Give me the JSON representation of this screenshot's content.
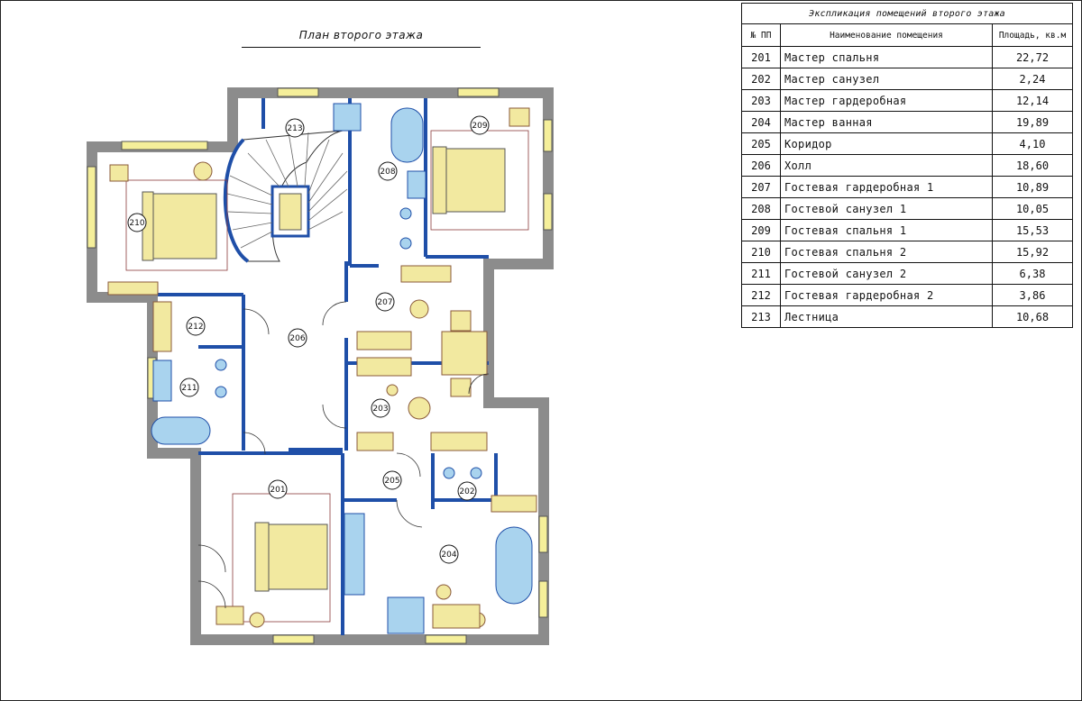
{
  "plan": {
    "title": "План второго этажа",
    "room_labels": [
      "201",
      "202",
      "203",
      "204",
      "205",
      "206",
      "207",
      "208",
      "209",
      "210",
      "211",
      "212",
      "213"
    ]
  },
  "explication": {
    "caption": "Экспликация помещений второго этажа",
    "headers": [
      "№ ПП",
      "Наименование помещения",
      "Площадь, кв.м"
    ],
    "rows": [
      {
        "num": "201",
        "name": "Мастер спальня",
        "area": "22,72"
      },
      {
        "num": "202",
        "name": "Мастер санузел",
        "area": "2,24"
      },
      {
        "num": "203",
        "name": "Мастер гардеробная",
        "area": "12,14"
      },
      {
        "num": "204",
        "name": "Мастер ванная",
        "area": "19,89"
      },
      {
        "num": "205",
        "name": "Коридор",
        "area": "4,10"
      },
      {
        "num": "206",
        "name": "Холл",
        "area": "18,60"
      },
      {
        "num": "207",
        "name": "Гостевая гардеробная 1",
        "area": "10,89"
      },
      {
        "num": "208",
        "name": "Гостевой санузел 1",
        "area": "10,05"
      },
      {
        "num": "209",
        "name": "Гостевая спальня 1",
        "area": "15,53"
      },
      {
        "num": "210",
        "name": "Гостевая спальня 2",
        "area": "15,92"
      },
      {
        "num": "211",
        "name": "Гостевой санузел 2",
        "area": "6,38"
      },
      {
        "num": "212",
        "name": "Гостевая гардеробная 2",
        "area": "3,86"
      },
      {
        "num": "213",
        "name": "Лестница",
        "area": "10,68"
      }
    ]
  },
  "colors": {
    "outer_wall": "#8c8c8c",
    "inner_wall": "#1f4fa8",
    "furniture": "#f2e9a0",
    "bath": "#a9d3ee",
    "window": "#f5ef9a"
  }
}
